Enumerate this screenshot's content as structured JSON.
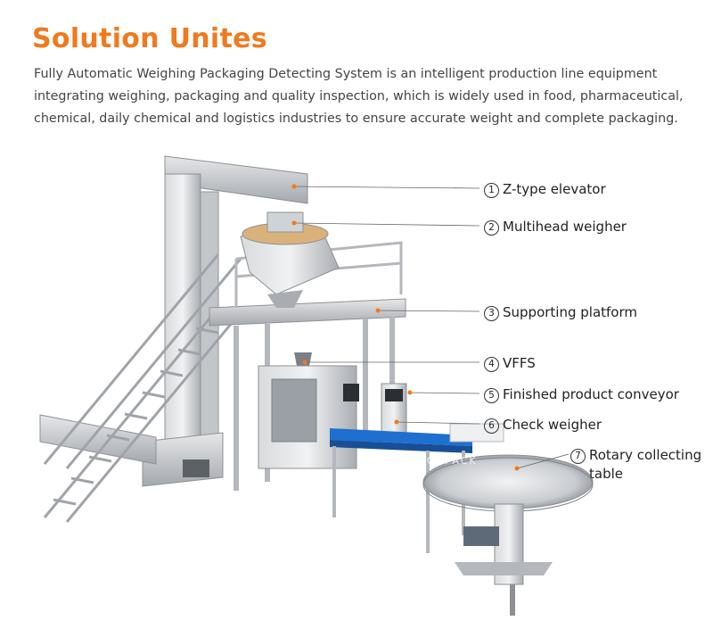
{
  "heading": "Solution Unites",
  "description": [
    "Fully Automatic Weighing Packaging Detecting System is an intelligent production line equipment",
    "integrating weighing, packaging and quality inspection, which is widely used in food, pharmaceutical,",
    "chemical, daily chemical and logistics industries to ensure accurate weight and complete packaging."
  ],
  "callouts": [
    {
      "num": "1",
      "text": "Z-type elevator"
    },
    {
      "num": "2",
      "text": "Multihead weigher"
    },
    {
      "num": "3",
      "text": "Supporting platform"
    },
    {
      "num": "4",
      "text": "VFFS"
    },
    {
      "num": "5",
      "text": "Finished product conveyor"
    },
    {
      "num": "6",
      "text": "Check weigher"
    },
    {
      "num": "7",
      "text": "Rotary collecting",
      "text2": "table"
    }
  ],
  "watermark": "TOUPACK",
  "colors": {
    "accent": "#f07a1e",
    "conveyor": "#1f6fd1",
    "steel": "#b9bcc0"
  }
}
